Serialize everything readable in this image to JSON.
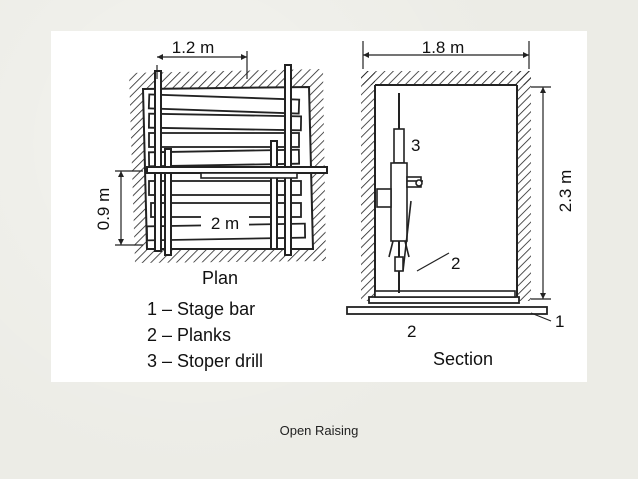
{
  "plan": {
    "width_label": "1.2 m",
    "height_label": "0.9 m",
    "plank_label": "2 m",
    "title": "Plan"
  },
  "legend": [
    "1 – Stage bar",
    "2 – Planks",
    "3 – Stoper drill"
  ],
  "section": {
    "width_label": "1.8 m",
    "height_label": "2.3 m",
    "title": "Section",
    "callout_3": "3",
    "callout_2_upper": "2",
    "callout_2_lower": "2",
    "callout_1": "1"
  },
  "caption": "Open Raising"
}
